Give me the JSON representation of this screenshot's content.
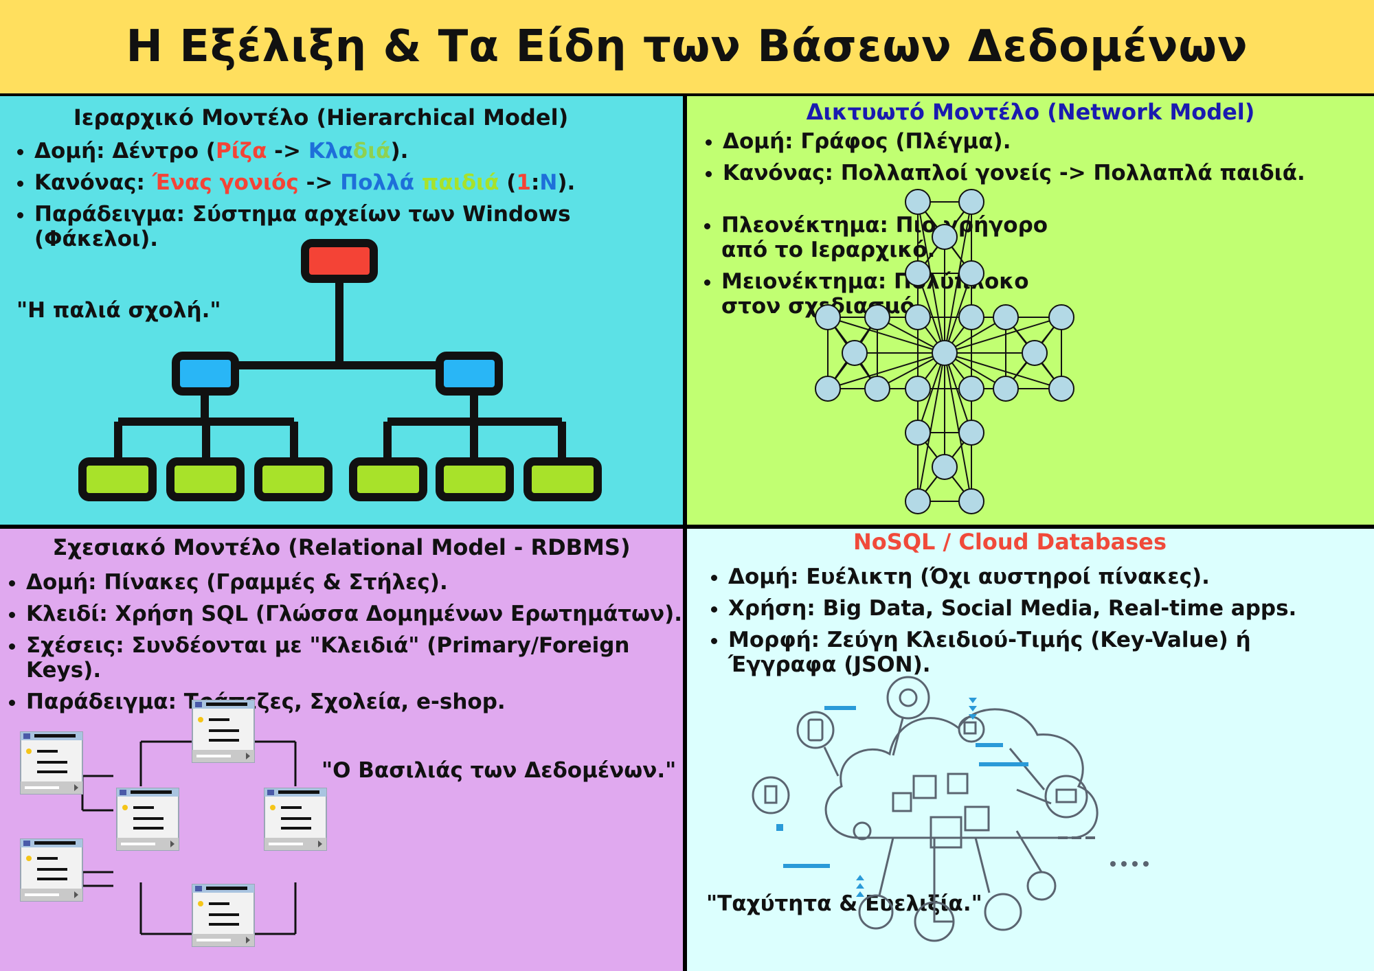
{
  "title": "Η Εξέλιξη & Τα Είδη των Βάσεων Δεδομένων",
  "hierarchical": {
    "heading": "Ιεραρχικό Μοντέλο (Hierarchical Model)",
    "structure": {
      "label": "Δομή: Δέντρο (",
      "root": "Ρίζα",
      "arrow": " -> ",
      "branch_a": "Κλα",
      "branch_b": "διά",
      "close": ")."
    },
    "rule": {
      "label": "Κανόνας: ",
      "one_parent": "Ένας γονιός",
      "arrow": " -> ",
      "many": "Πολλά",
      "children": "παιδιά",
      "open": " (",
      "one": "1",
      "colon": ":",
      "n": "N",
      "close": ")."
    },
    "example": "Παράδειγμα: Σύστημα αρχείων των Windows (Φάκελοι).",
    "quote": "\"Η παλιά σχολή.\""
  },
  "network": {
    "heading": "Δικτυωτό Μοντέλο (Network Model)",
    "bullets": [
      "Δομή: Γράφος (Πλέγμα).",
      "Κανόνας: Πολλαπλοί γονείς -> Πολλαπλά παιδιά."
    ],
    "bullets2": [
      "Πλεονέκτημα: Πιο γρήγορο από το Ιεραρχικό.",
      "Μειονέκτημα: Πολύπλοκο στον σχεδιασμό."
    ]
  },
  "relational": {
    "heading": "Σχεσιακό Μοντέλο (Relational Model - RDBMS)",
    "bullets": [
      "Δομή: Πίνακες (Γραμμές & Στήλες).",
      "Κλειδί: Χρήση SQL (Γλώσσα Δομημένων Ερωτημάτων).",
      "Σχέσεις: Συνδέονται με \"Κλειδιά\" (Primary/Foreign Keys).",
      "Παράδειγμα: Τράπεζες, Σχολεία, e-shop."
    ],
    "quote": "\"Ο Βασιλιάς των Δεδομένων.\""
  },
  "nosql": {
    "heading": "NoSQL / Cloud Databases",
    "bullets": [
      "Δομή: Ευέλικτη (Όχι αυστηροί πίνακες).",
      "Χρήση: Big Data, Social Media, Real-time apps.",
      "Μορφή: Ζεύγη Κλειδιού-Τιμής (Key-Value) ή Έγγραφα (JSON)."
    ],
    "quote": "\"Ταχύτητα & Ευελιξία.\""
  },
  "colors": {
    "header_bg": "#ffdf5e",
    "hier_bg": "#5ce1e6",
    "network_bg": "#c1ff72",
    "relational_bg": "#e0a9ef",
    "nosql_bg": "#dcfffe",
    "network_title": "#1a1ab0",
    "nosql_title": "#f04a3a",
    "root_red": "#f44336",
    "mid_blue": "#29b6f6",
    "leaf_green": "#a8e22a"
  }
}
